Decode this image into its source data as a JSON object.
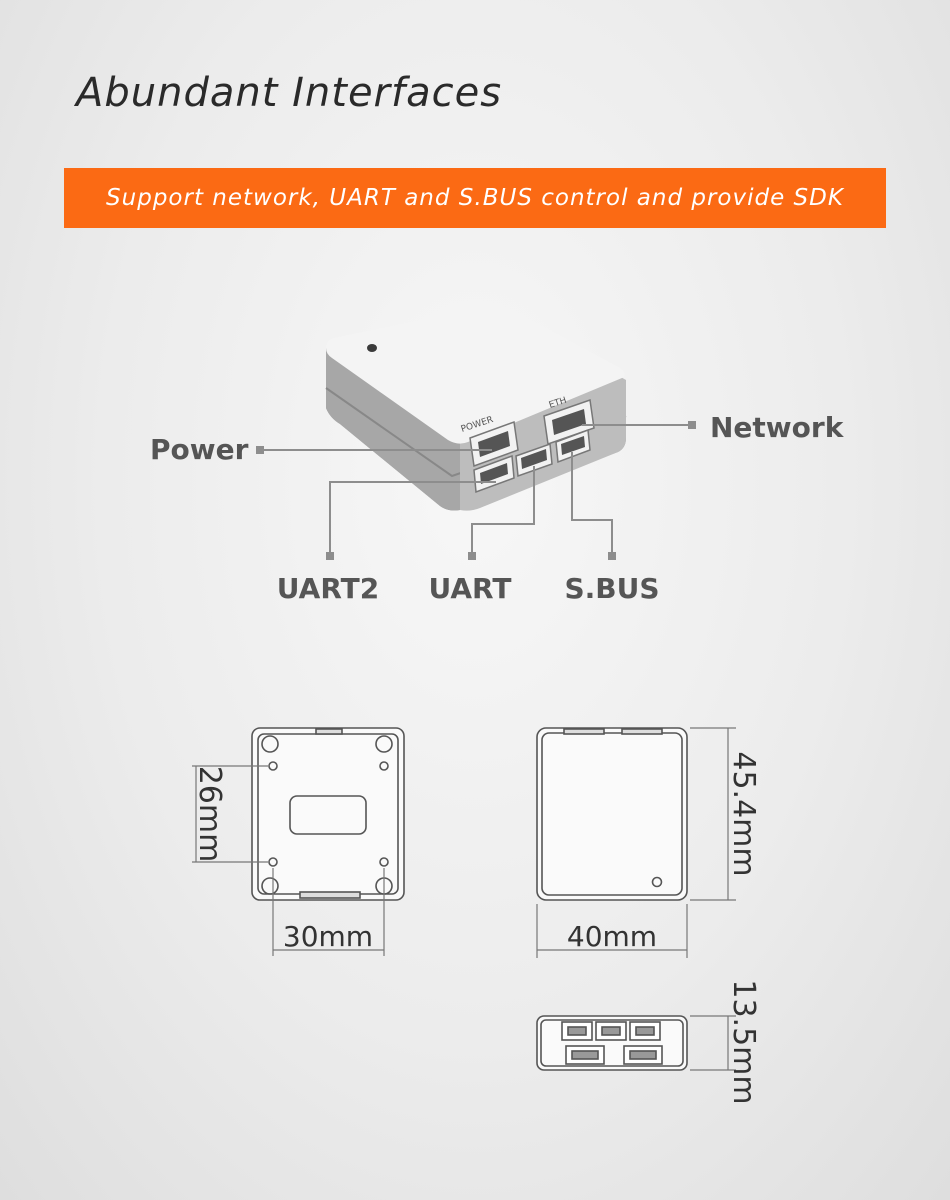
{
  "header": {
    "title": "Abundant Interfaces",
    "banner": "Support network, UART and S.BUS control and provide SDK",
    "accent_color": "#fb6a14"
  },
  "device": {
    "port_labels": {
      "power": "POWER",
      "eth": "ETH"
    },
    "callouts": {
      "power": "Power",
      "network": "Network",
      "uart2": "UART2",
      "uart": "UART",
      "sbus": "S.BUS"
    }
  },
  "dimensions": {
    "bottom_height": "26mm",
    "bottom_width": "30mm",
    "top_height": "45.4mm",
    "top_width": "40mm",
    "side_thickness": "13.5mm"
  }
}
